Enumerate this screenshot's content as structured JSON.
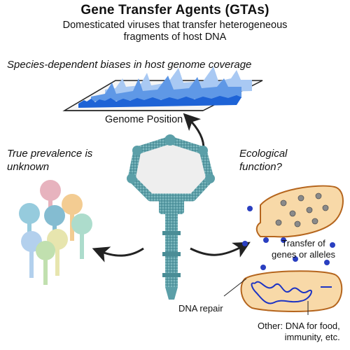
{
  "header": {
    "title": "Gene Transfer Agents (GTAs)",
    "subtitle_line1": "Domesticated viruses that transfer heterogeneous",
    "subtitle_line2": "fragments of host DNA"
  },
  "sections": {
    "coverage_heading": "Species-dependent biases in host genome coverage",
    "genome_axis_label": "Genome Position",
    "prevalence_line1": "True prevalence is",
    "prevalence_line2": "unknown",
    "ecological_line1": "Ecological",
    "ecological_line2": "function?"
  },
  "functions": {
    "transfer_line1": "Transfer of",
    "transfer_line2": "genes or alleles",
    "dna_repair": "DNA repair",
    "other_line1": "Other: DNA for food,",
    "other_line2": "immunity, etc."
  },
  "colors": {
    "coverage_front": "#1e63d6",
    "coverage_mid": "#5f98e6",
    "coverage_back": "#a9c9f3",
    "gta_particle": "#5b9fa8",
    "cell_fill": "#f8d9a8",
    "cell_outline": "#b5651d",
    "dna": "#1c33c4",
    "free_gta": "#2a3fc0",
    "prevalence_palette": [
      "#e3a6b3",
      "#f1c47f",
      "#84c2d8",
      "#9fd7c4",
      "#b7dba2",
      "#a6c8ea",
      "#e3e1a1"
    ]
  },
  "icons": [
    "up-arrow-icon",
    "left-arrow-icon",
    "right-arrow-icon",
    "gta-particle-icon",
    "bacterial-cell-icon",
    "dna-strand-icon"
  ]
}
